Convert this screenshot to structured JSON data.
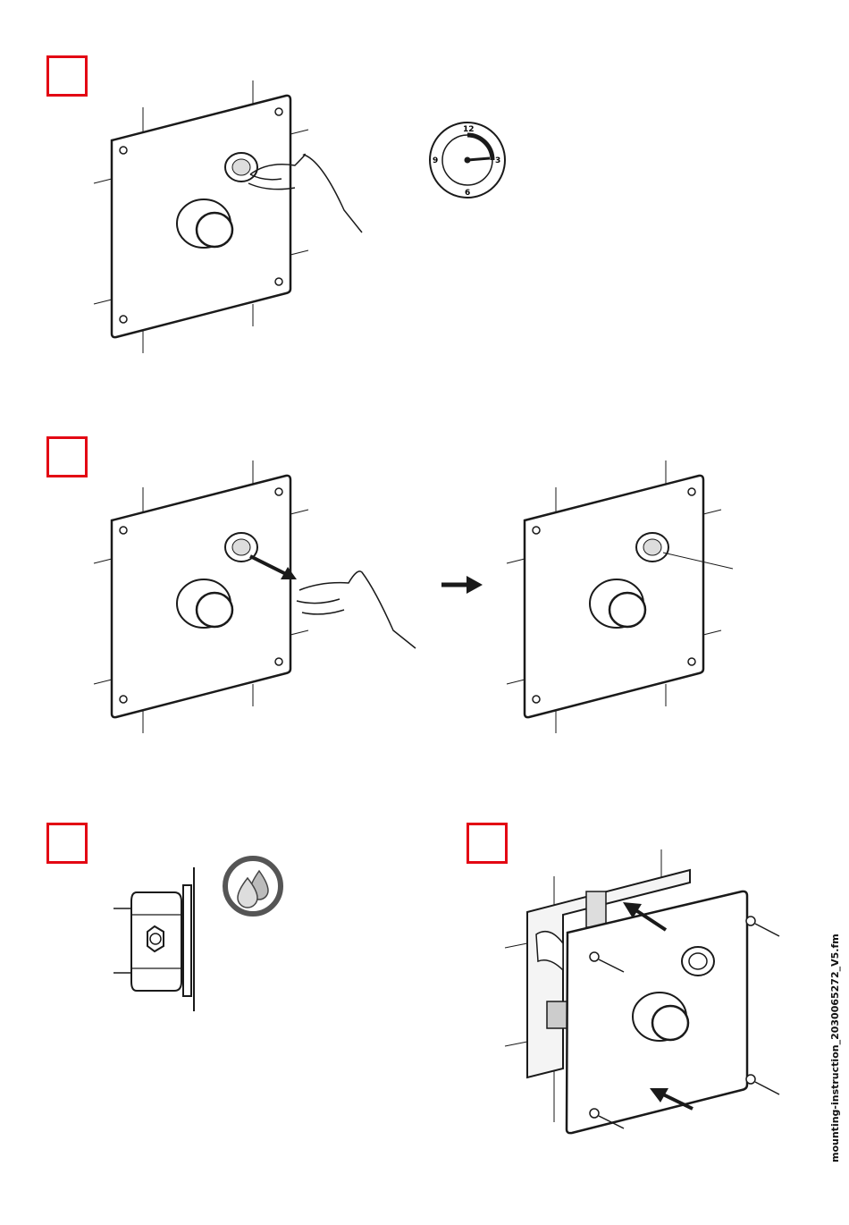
{
  "document": {
    "footer_filename": "mounting-instruction_2030065272_V5.fm"
  },
  "dial": {
    "labels": [
      "12",
      "3",
      "6",
      "9"
    ],
    "needle_hour": 3,
    "active_arc": "12-3"
  },
  "steps": [
    {
      "number": "",
      "figure": "press-button-panel"
    },
    {
      "number": "",
      "figure": "pull-button-panel"
    },
    {
      "number": "",
      "figure": "valve-side-view"
    },
    {
      "number": "",
      "figure": "mount-panel-exploded"
    }
  ],
  "icons": {
    "accent_color": "#e30613",
    "line_color": "#1a1a1a",
    "water_icon": "water-drops-icon",
    "arrow_icon": "arrow-right-icon"
  }
}
